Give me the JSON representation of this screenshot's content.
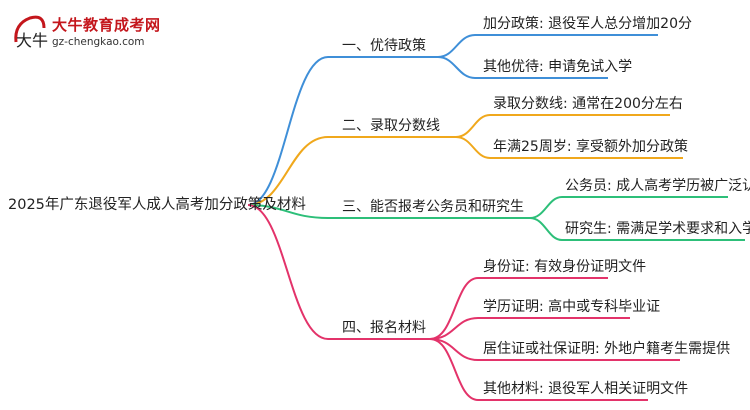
{
  "logo": {
    "site_name": "大牛教育成考网",
    "url": "gz-chengkao.com",
    "mark_text": "大牛"
  },
  "colors": {
    "branch1": "#3f8fd8",
    "branch2": "#f0a81c",
    "branch3": "#2dbf79",
    "branch4": "#e3336a",
    "logo_red": "#c4161c"
  },
  "mindmap": {
    "root": "2025年广东退役军人成人高考加分政策及材料",
    "branches": [
      {
        "label": "一、优待政策",
        "children": [
          "加分政策: 退役军人总分增加20分",
          "其他优待: 申请免试入学"
        ]
      },
      {
        "label": "二、录取分数线",
        "children": [
          "录取分数线: 通常在200分左右",
          "年满25周岁: 享受额外加分政策"
        ]
      },
      {
        "label": "三、能否报考公务员和研究生",
        "children": [
          "公务员: 成人高考学历被广泛认可",
          "研究生: 需满足学术要求和入学考试"
        ]
      },
      {
        "label": "四、报名材料",
        "children": [
          "身份证: 有效身份证明文件",
          "学历证明: 高中或专科毕业证",
          "居住证或社保证明: 外地户籍考生需提供",
          "其他材料: 退役军人相关证明文件"
        ]
      }
    ]
  }
}
